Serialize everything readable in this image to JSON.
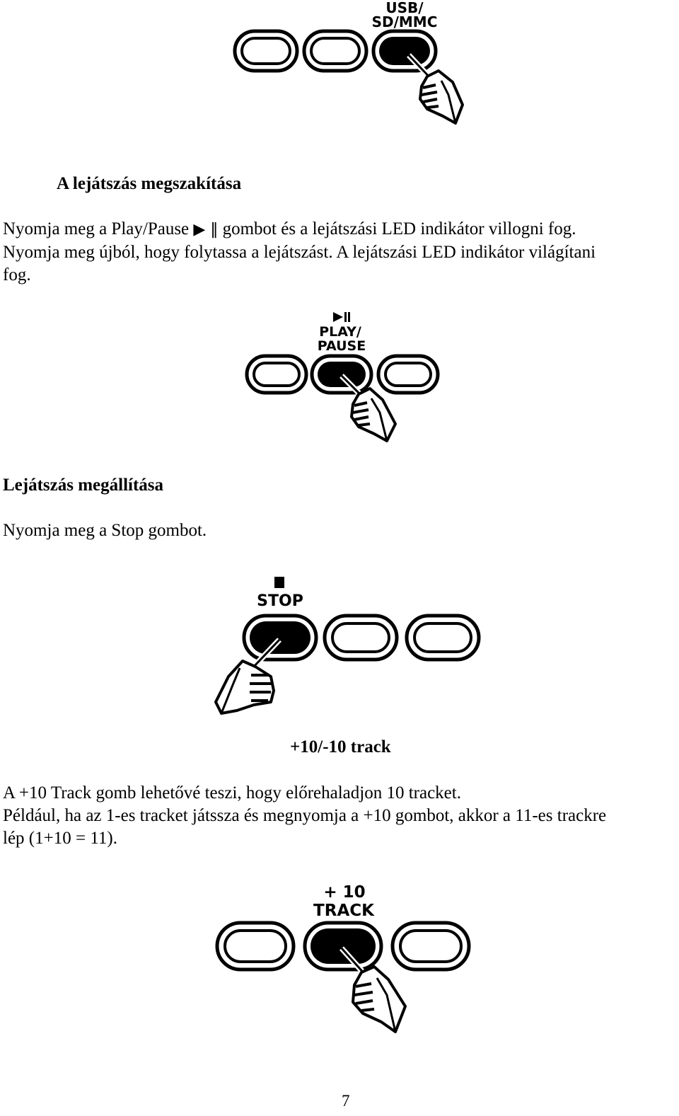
{
  "figures": {
    "usb": {
      "label_lines": [
        "USB/",
        "SD/MMC"
      ]
    },
    "play": {
      "symbol": "▶❙",
      "label_lines": [
        "PLAY/",
        "PAUSE"
      ]
    },
    "stop": {
      "symbol": "■",
      "label_lines": [
        "STOP"
      ]
    },
    "track": {
      "label_lines": [
        "+ 10",
        "TRACK"
      ]
    }
  },
  "sections": {
    "pause": {
      "heading": "A lejátszás megszakítása",
      "line1_pre": "Nyomja meg a Play/Pause",
      "line1_symbol": "▶ ‖",
      "line1_post": "gombot és a lejátszási LED indikátor villogni fog.",
      "line2": "Nyomja meg újból, hogy folytassa a lejátszást. A lejátszási LED indikátor világítani",
      "line3": "fog."
    },
    "stop": {
      "heading": "Lejátszás megállítása",
      "line1": "Nyomja meg a Stop gombot."
    },
    "track": {
      "heading": "+10/-10 track",
      "line1": "A +10 Track gomb lehetővé teszi, hogy előrehaladjon 10 tracket.",
      "line2": "Például, ha az 1-es tracket játssza és megnyomja a +10 gombot, akkor a 11-es trackre",
      "line3": "lép (1+10 = 11)."
    }
  },
  "page_number": "7",
  "icons": {
    "pressed_button": "pressed-button-icon",
    "unpressed_button": "button-icon",
    "hand": "pointing-hand-icon"
  }
}
